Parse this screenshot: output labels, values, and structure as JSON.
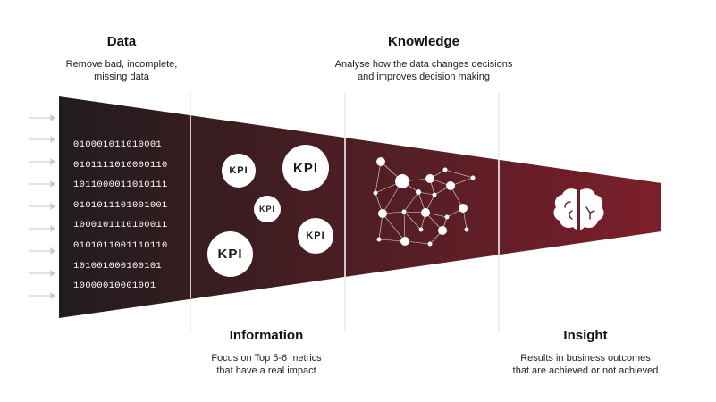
{
  "stages": [
    {
      "title": "Data",
      "description": [
        "Remove bad, incomplete,",
        "missing data"
      ]
    },
    {
      "title": "Information",
      "description": [
        "Focus on Top 5-6 metrics",
        "that have a real impact"
      ]
    },
    {
      "title": "Knowledge",
      "description": [
        "Analyse how the data changes decisions",
        "and improves decision making"
      ]
    },
    {
      "title": "Insight",
      "description": [
        "Results in business outcomes",
        "that are achieved or not achieved"
      ]
    }
  ],
  "binary_rows": [
    "010001011010001",
    "0101111010000110",
    "1011000011010111",
    "0101011101001001",
    "1000101110100011",
    "0101011001110110",
    "101001000100101",
    "10000010001001"
  ],
  "kpi_label": "KPI",
  "colors": {
    "funnel_start": "#211c1d",
    "funnel_end": "#7c1f2b",
    "arrows": "#c9c9c9",
    "divider": "#dddddd"
  },
  "icons": {
    "brain": "brain-icon",
    "network": "network-graph-icon",
    "arrow": "arrow-right-icon"
  }
}
